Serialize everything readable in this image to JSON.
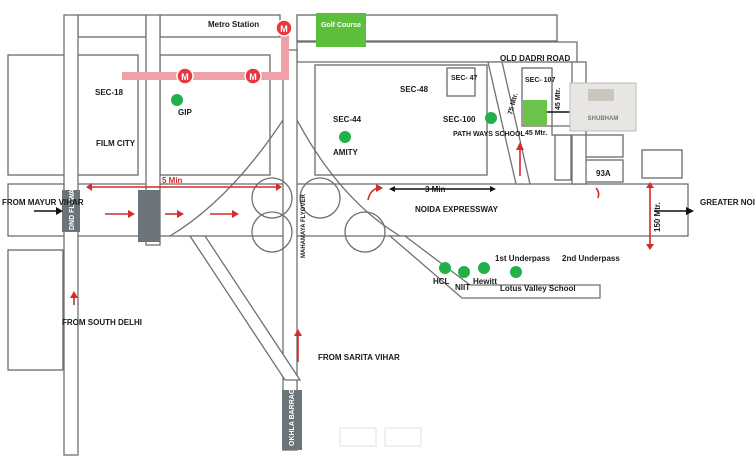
{
  "map": {
    "colors": {
      "road_fill": "#ffffff",
      "road_edge": "#707070",
      "metro_line": "#f0a0a8",
      "metro_station": "#e8383d",
      "landmark_dot": "#22b04b",
      "golf_course": "#5cbf3c",
      "project_site": "#6cc24a",
      "arrow_red": "#d42b2b",
      "flyover_box": "#6b7478"
    },
    "labels": {
      "metro_station": "Metro Station",
      "golf_course": "Golf Course",
      "old_dadri_road": "OLD DADRI ROAD",
      "sec18": "SEC-18",
      "sec48": "SEC-48",
      "sec47": "SEC- 47",
      "sec107": "SEC- 107",
      "sec44": "SEC-44",
      "sec100": "SEC-100",
      "gip": "GIP",
      "amity": "AMITY",
      "pathways": "PATH WAYS SCHOOL",
      "film_city": "FILM CITY",
      "five_min": "5 Min",
      "three_min": "3 Min",
      "noida_expressway": "NOIDA EXPRESSWAY",
      "greater_noida": "GREATER NOIDA",
      "mahamaya": "MAHAMAYA FLYOVER",
      "dnd": "DND FLYWAY",
      "okhla": "OKHLA BARRAGE",
      "from_mayur_vihar": "FROM MAYUR VIHAR",
      "from_south_delhi": "FROM SOUTH DELHI",
      "from_sarita_vihar": "FROM SARITA VIHAR",
      "first_underpass": "1st Underpass",
      "second_underpass": "2nd Underpass",
      "hcl": "HCL",
      "niit": "NIIT",
      "hewitt": "Hewitt",
      "lotus": "Lotus Valley School",
      "ninety3a": "93A",
      "m75": "75 Mtr.",
      "m45a": "45 Mtr.",
      "m45b": "45 Mtr.",
      "m150": "150 Mtr.",
      "metro_m": "M",
      "logo_text": "SHUBHAM"
    }
  }
}
